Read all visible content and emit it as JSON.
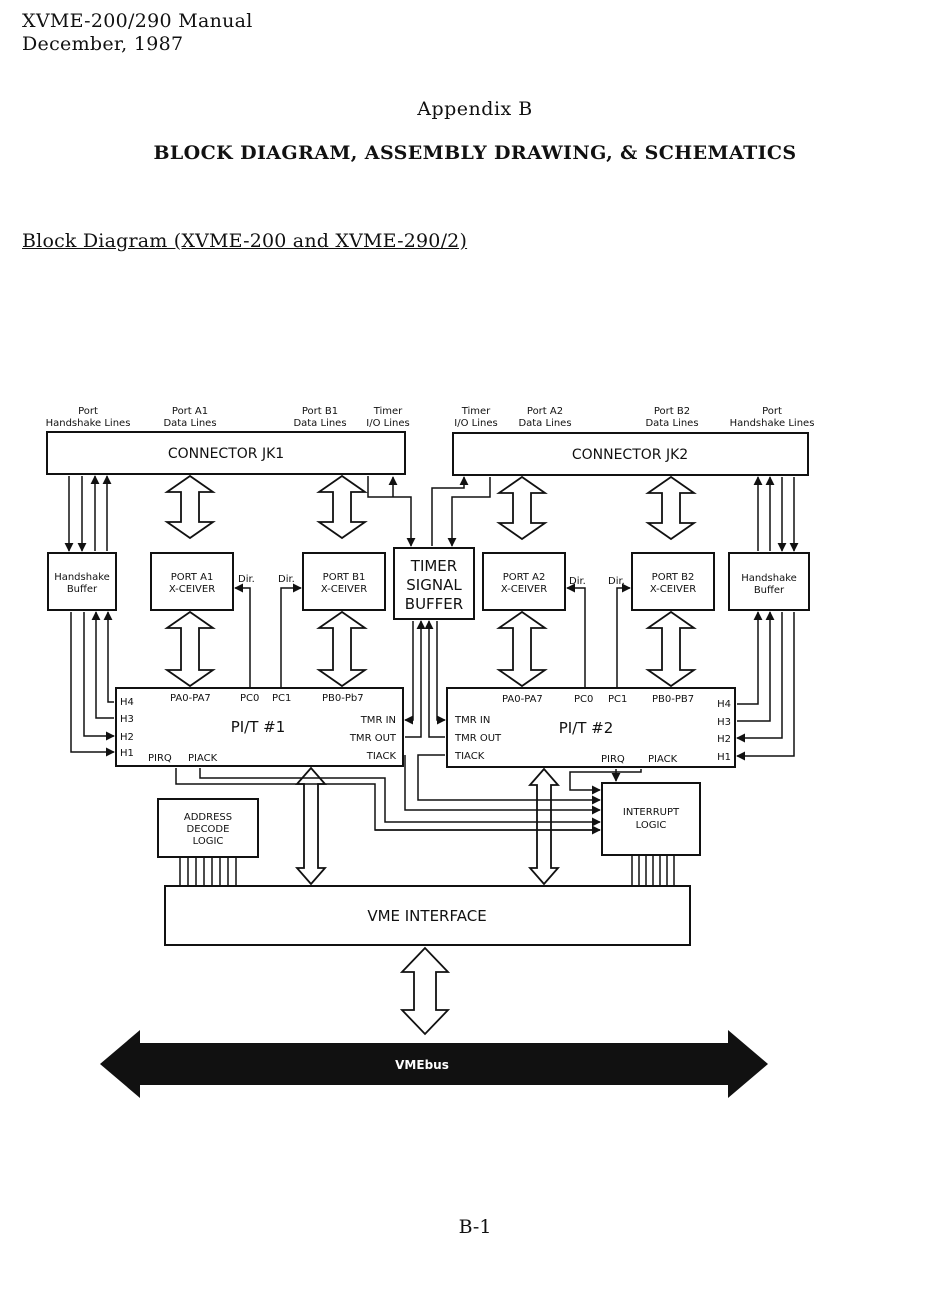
{
  "header": {
    "line1": "XVME-200/290 Manual",
    "line2": "December, 1987"
  },
  "appendix": "Appendix  B",
  "title": "BLOCK DIAGRAM, ASSEMBLY DRAWING, & SCHEMATICS",
  "subtitle": "Block Diagram (XVME-200 and XVME-290/2)",
  "diagram": {
    "top_labels": {
      "port_hs_1": [
        "Port",
        "Handshake Lines"
      ],
      "port_a1": [
        "Port A1",
        "Data Lines"
      ],
      "port_b1": [
        "Port B1",
        "Data Lines"
      ],
      "timer_1": [
        "Timer",
        "I/O Lines"
      ],
      "timer_2": [
        "Timer",
        "I/O Lines"
      ],
      "port_a2": [
        "Port A2",
        "Data Lines"
      ],
      "port_b2": [
        "Port B2",
        "Data Lines"
      ],
      "port_hs_2": [
        "Port",
        "Handshake Lines"
      ]
    },
    "connector_jk1": "CONNECTOR JK1",
    "connector_jk2": "CONNECTOR JK2",
    "handshake_buffer": [
      "Handshake",
      "Buffer"
    ],
    "port_a1_xceiver": [
      "PORT A1",
      "X-CEIVER"
    ],
    "port_b1_xceiver": [
      "PORT B1",
      "X-CEIVER"
    ],
    "port_a2_xceiver": [
      "PORT A2",
      "X-CEIVER"
    ],
    "port_b2_xceiver": [
      "PORT B2",
      "X-CEIVER"
    ],
    "timer_buffer": [
      "TIMER",
      "SIGNAL",
      "BUFFER"
    ],
    "dir": "Dir.",
    "pit1": {
      "name": "PI/T #1",
      "pa": "PA0-PA7",
      "pc0": "PC0",
      "pc1": "PC1",
      "pb": "PB0-Pb7",
      "h4": "H4",
      "h3": "H3",
      "h2": "H2",
      "h1": "H1",
      "pirq": "PIRQ",
      "piack": "PIACK",
      "tmr_in": "TMR IN",
      "tmr_out": "TMR OUT",
      "tiack": "TIACK"
    },
    "pit2": {
      "name": "PI/T #2",
      "pa": "PA0-PA7",
      "pc0": "PC0",
      "pc1": "PC1",
      "pb": "PB0-PB7",
      "h4": "H4",
      "h3": "H3",
      "h2": "H2",
      "h1": "H1",
      "pirq": "PIRQ",
      "piack": "PIACK",
      "tmr_in": "TMR IN",
      "tmr_out": "TMR OUT",
      "tiack": "TIACK"
    },
    "address_decode": [
      "ADDRESS",
      "DECODE",
      "LOGIC"
    ],
    "interrupt_logic": [
      "INTERRUPT",
      "LOGIC"
    ],
    "vme_interface": "VME INTERFACE",
    "vmebus": "VMEbus"
  },
  "page_number": "B-1"
}
